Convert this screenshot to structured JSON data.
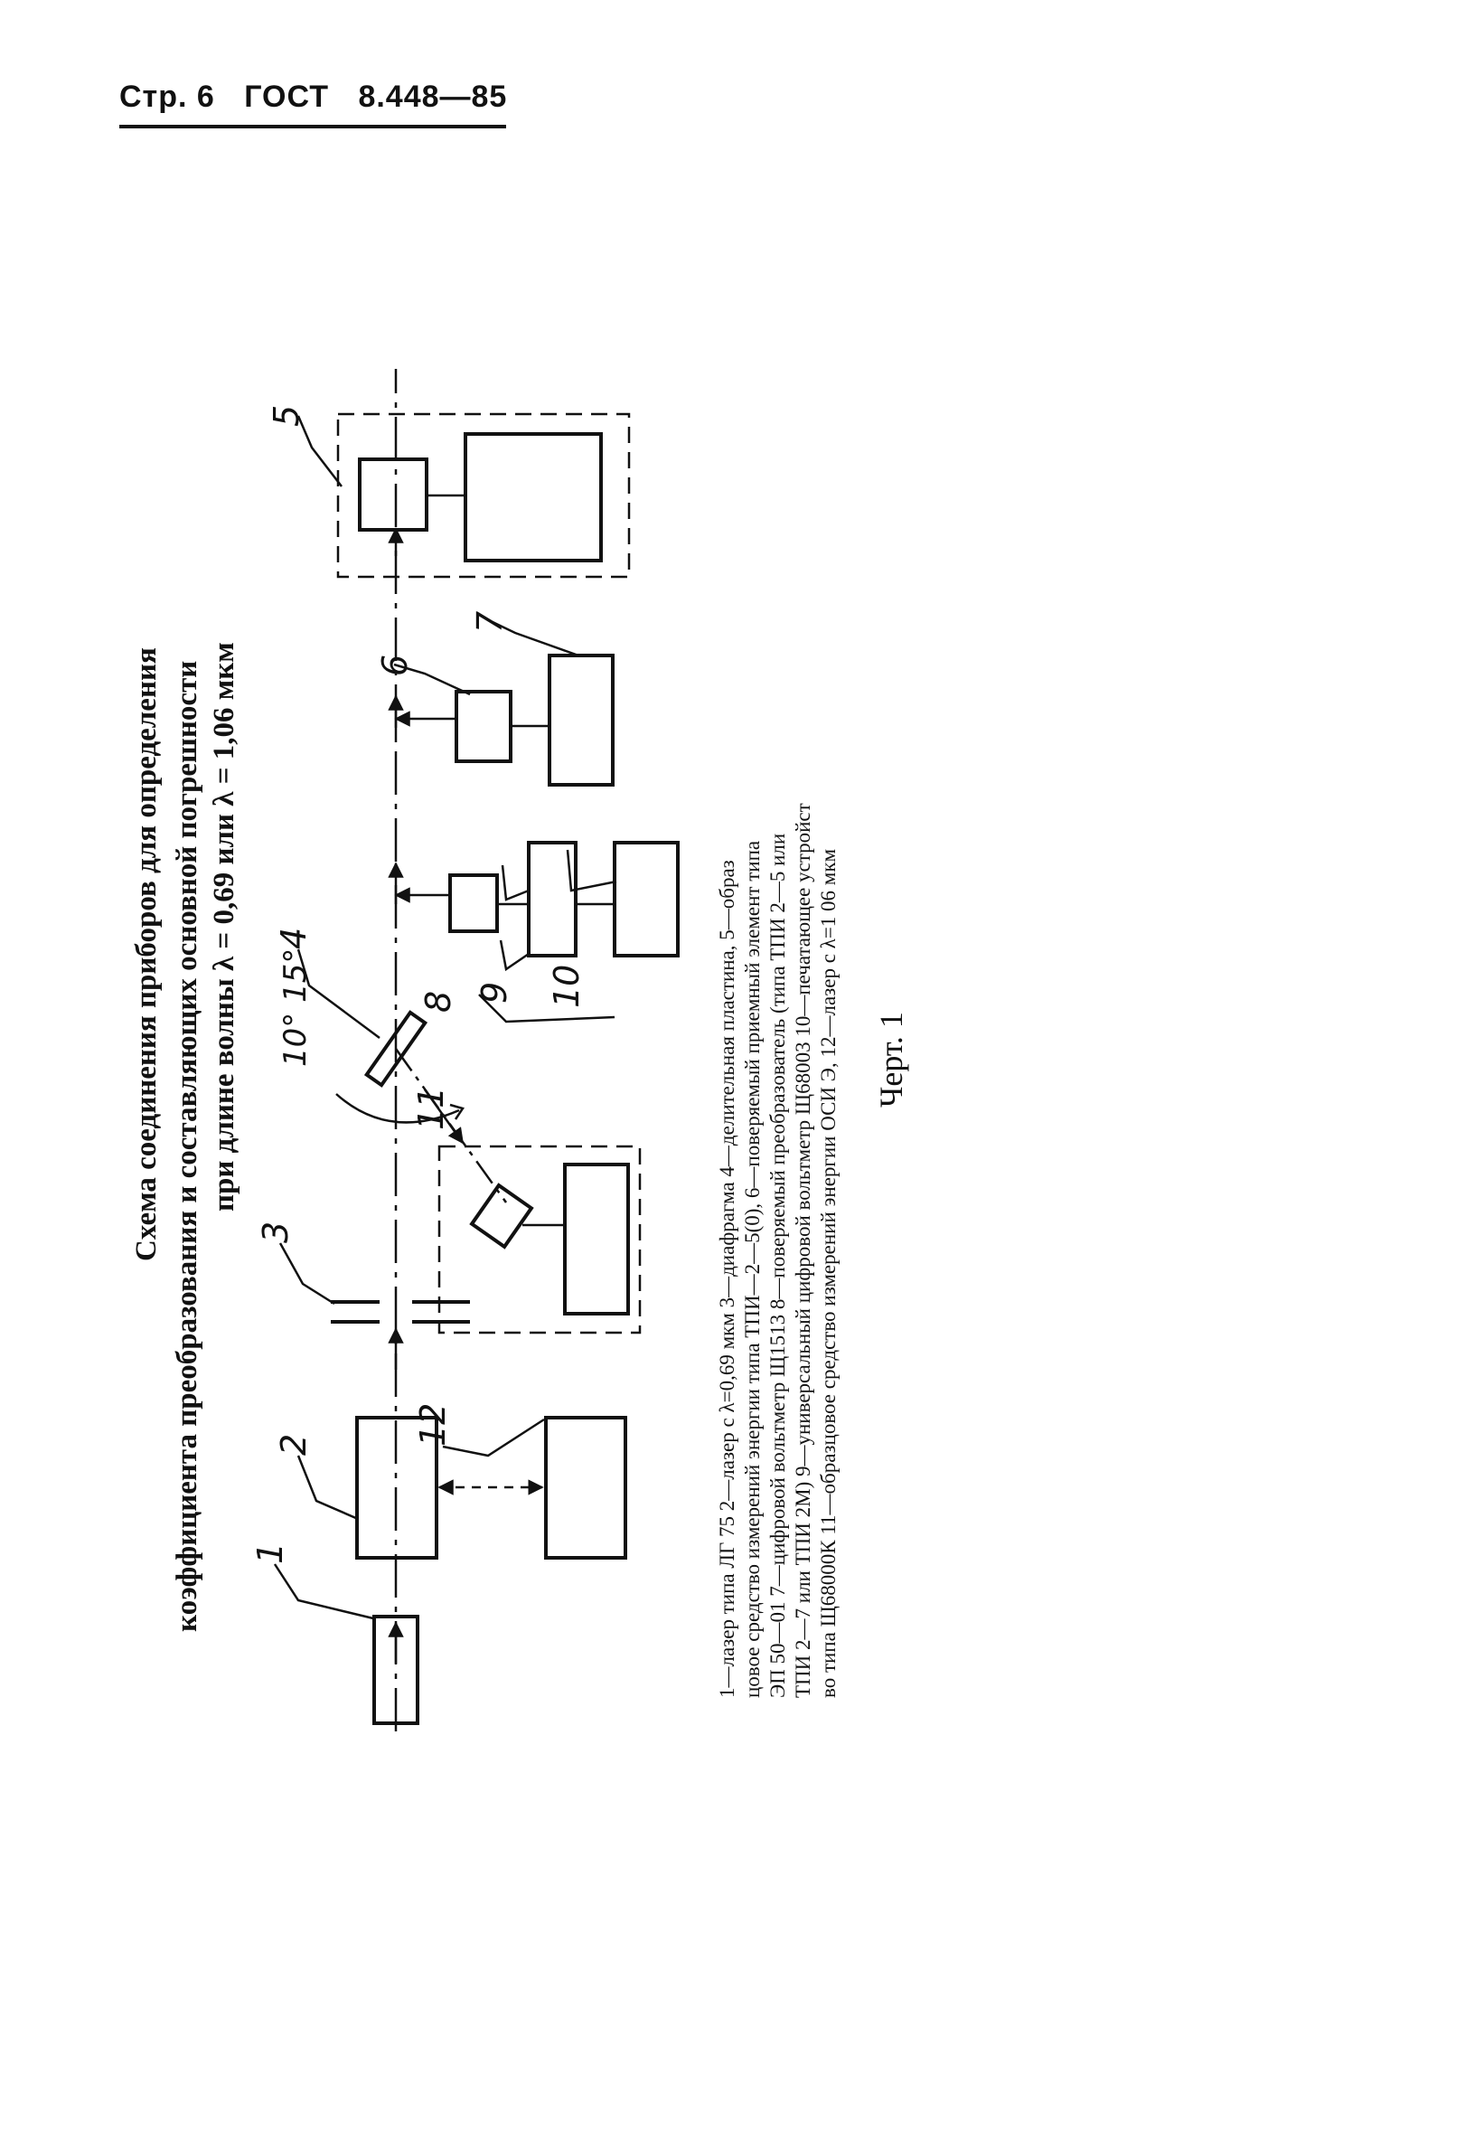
{
  "header": {
    "page": "Стр. 6",
    "standard": "ГОСТ",
    "number": "8.448—85"
  },
  "figure": {
    "title_lines": [
      "Схема соединения приборов для определения",
      "коэффициента   преобразования   и составляющих   основной   погрешности",
      "при длине волны λ = 0,69 или λ = 1,06 мкм"
    ],
    "labels": {
      "n1": "1",
      "n2": "2",
      "n3": "3",
      "n4": "4",
      "n5": "5",
      "n6": "6",
      "n7": "7",
      "n8": "8",
      "n9": "9",
      "n10": "10",
      "n11": "11",
      "n12": "12",
      "angle": "10° 15°"
    },
    "legend_lines": [
      "1—лазер типа ЛГ 75   2—лазер с λ=0,69 мкм 3—диафрагма 4—делительная пластина, 5—образ",
      "цовое средство измерений энергии типа ТПИ—2—5(0), 6—поверяемый приемный элемент типа",
      "ЭП 50—01  7—цифровой вольтметр Щ1513  8—поверяемый преобразователь (типа ТПИ 2—5 или",
      "ТПИ 2—7 или ТПИ 2М)  9—универсальный цифровой вольтметр Щ68003 10—печатающее устройст",
      "во типа Щ68000К 11—образцовое средство измерений энергии ОСИ Э, 12—лазер с λ=1 06 мкм"
    ],
    "caption": "Черт. 1"
  }
}
